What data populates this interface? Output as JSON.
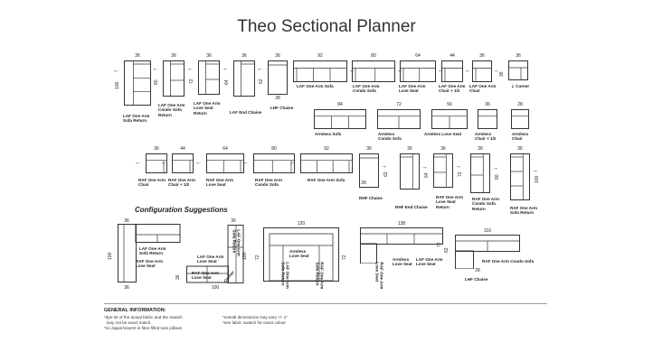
{
  "title": "Theo Sectional Planner",
  "row1": [
    {
      "label": "LAF One Arm\nSofa Return",
      "w": "36",
      "h": "100"
    },
    {
      "label": "LAF One Arm\nCondo Sofa\nReturn",
      "w": "36",
      "h": "80"
    },
    {
      "label": "LAF One Arm\nLove Seat\nReturn",
      "w": "36",
      "h": "72"
    },
    {
      "label": "LAF End Chaise",
      "w": "36",
      "h": "64"
    },
    {
      "label": "LHF Chaise",
      "w": "36",
      "h": "62",
      "d": "28"
    },
    {
      "label": "LAF One Arm Sofa",
      "w": "92"
    },
    {
      "label": "LAF One Arm\nCondo Sofa",
      "w": "80"
    },
    {
      "label": "LAF One Arm\nLove Seat",
      "w": "64"
    },
    {
      "label": "LAF One Arm\nChair + 1/2",
      "w": "44"
    },
    {
      "label": "LAF One Arm\nChair",
      "w": "36"
    },
    {
      "label": "Corner",
      "w": "36",
      "h": "36"
    }
  ],
  "row2": [
    {
      "label": "Armless Sofa",
      "w": "84"
    },
    {
      "label": "Armless\nCondo Sofa",
      "w": "72"
    },
    {
      "label": "Armless Love Seat",
      "w": "56"
    },
    {
      "label": "Armless\nChair + 1/2",
      "w": "36"
    },
    {
      "label": "Armless\nChair",
      "w": "28"
    }
  ],
  "row3": [
    {
      "label": "RAF One Arm\nChair",
      "w": "36"
    },
    {
      "label": "RAF One Arm\nChair + 1/2",
      "w": "44"
    },
    {
      "label": "RAF One Arm\nLove Seat",
      "w": "64"
    },
    {
      "label": "RAF One Arm\nCondo Sofa",
      "w": "80"
    },
    {
      "label": "RAF One Arm Sofa",
      "w": "92"
    },
    {
      "label": "RHF Chaise",
      "w": "36",
      "h": "62",
      "d": "28"
    },
    {
      "label": "RHF End Chaise",
      "w": "36",
      "h": "64"
    },
    {
      "label": "RAF One Arm\nLove Seat\nReturn",
      "w": "36",
      "h": "72"
    },
    {
      "label": "RAF One Arm\nCondo Sofa\nReturn",
      "w": "36",
      "h": "80"
    },
    {
      "label": "RAF One Arm\nSofa Return",
      "w": "36",
      "h": "100"
    }
  ],
  "config_title": "Configuration Suggestions",
  "configs": {
    "c1": {
      "w": "36",
      "h": "100",
      "w2": "36",
      "label": "LAF One Arm\nSofa Return",
      "label2": "RAF One Arm\nLove Seat"
    },
    "c2": {
      "w": "100",
      "h": "100",
      "w2": "36",
      "corner_h": "36",
      "label": "LAF One Arm\nLove Seat",
      "label2": "RAF One Arm\nLove Seat",
      "label_side": "LAF One Arm\nSofa Return",
      "corner": "Corner"
    },
    "c3": {
      "w": "120",
      "h": "72",
      "h2": "72",
      "label_mid": "Armless\nLove Seat",
      "label_left": "LAF One Arm\nSofa Return",
      "label_right": "RAF One Arm\nSofa Return"
    },
    "c4": {
      "w": "138",
      "h": "72",
      "label1": "RAF One Arm\nLove Seat",
      "label2": "Armless\nLove Seat",
      "label3": "LAF One Arm\nLove Seat"
    },
    "c5": {
      "w": "116",
      "h": "62",
      "d": "28",
      "label": "RAF One Arm Condo Sofa",
      "label2": "LHF Chaise"
    }
  },
  "info_title": "GENERAL INFORMATION:",
  "notes_left": "*dye-lot of the actual fabric and the swatch\n  may not be exact match\n*no zipper/inserts in fibre filled toss pillows",
  "notes_right": "*overall dimensions may vary +/- 1\"\n*see fabric swatch for exact colour"
}
